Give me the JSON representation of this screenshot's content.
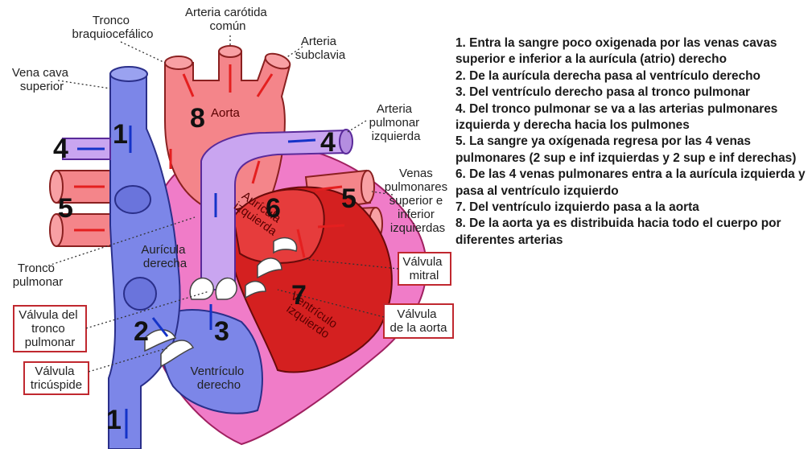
{
  "labels": {
    "tronco_braquiocefalico": [
      "Tronco",
      "braquiocefálico"
    ],
    "arteria_carotida": [
      "Arteria carótida",
      "común"
    ],
    "arteria_subclavia": [
      "Arteria",
      "subclavia"
    ],
    "vena_cava_superior": [
      "Vena cava",
      "superior"
    ],
    "aorta": "Aorta",
    "arteria_pulmonar_izquierda": [
      "Arteria",
      "pulmonar",
      "izquierda"
    ],
    "venas_pulmonares": [
      "Venas",
      "pulmonares",
      "superior e",
      "inferior",
      "izquierdas"
    ],
    "auricula_izquierda": [
      "Aurícula",
      "izquierda"
    ],
    "auricula_derecha": [
      "Aurícula",
      "derecha"
    ],
    "tronco_pulmonar": [
      "Tronco",
      "pulmonar"
    ],
    "valvula_mitral": [
      "Válvula",
      "mitral"
    ],
    "valvula_tronco_pulmonar": [
      "Válvula del",
      "tronco",
      "pulmonar"
    ],
    "valvula_aorta": [
      "Válvula",
      "de la aorta"
    ],
    "ventriculo_izquierdo": [
      "Ventrículo",
      "izquierdo"
    ],
    "valvula_tricuspide": [
      "Válvula",
      "tricúspide"
    ],
    "ventriculo_derecho": [
      "Ventrículo",
      "derecho"
    ]
  },
  "step_numbers": {
    "n1_top": "1",
    "n4_left": "4",
    "n4_right": "4",
    "n5_left": "5",
    "n5_right": "5",
    "n6": "6",
    "n7": "7",
    "n8": "8",
    "n2": "2",
    "n3": "3",
    "n1_bottom": "1"
  },
  "steps": [
    "1. Entra la sangre poco oxigenada por las venas cavas superior e inferior a la aurícula (atrio) derecho",
    "2. De la aurícula derecha pasa al ventrículo derecho",
    "3. Del ventrículo derecho pasa al tronco pulmonar",
    "4. Del tronco pulmonar se va a las arterias pulmonares izquierda y derecha hacia los pulmones",
    "5. La sangre ya oxígenada regresa por las 4 venas pulmonares (2 sup e inf izquierdas y 2 sup e inf derechas)",
    "6. De las 4 venas pulmonares entra a la aurícula izquierda y pasa al ventrículo izquierdo",
    "7. Del ventrículo izquierdo pasa a la aorta",
    "8. De la aorta ya es distribuida hacia todo el cuerpo por diferentes arterias"
  ],
  "colors": {
    "deoxygenated": "#7c86e8",
    "oxygenated": "#f4858a",
    "pulmonary_trunk": "#c9a5f0",
    "left_ventricle": "#d42020",
    "myocardium": "#f07cc8",
    "highlight_box": "#c0282f"
  }
}
